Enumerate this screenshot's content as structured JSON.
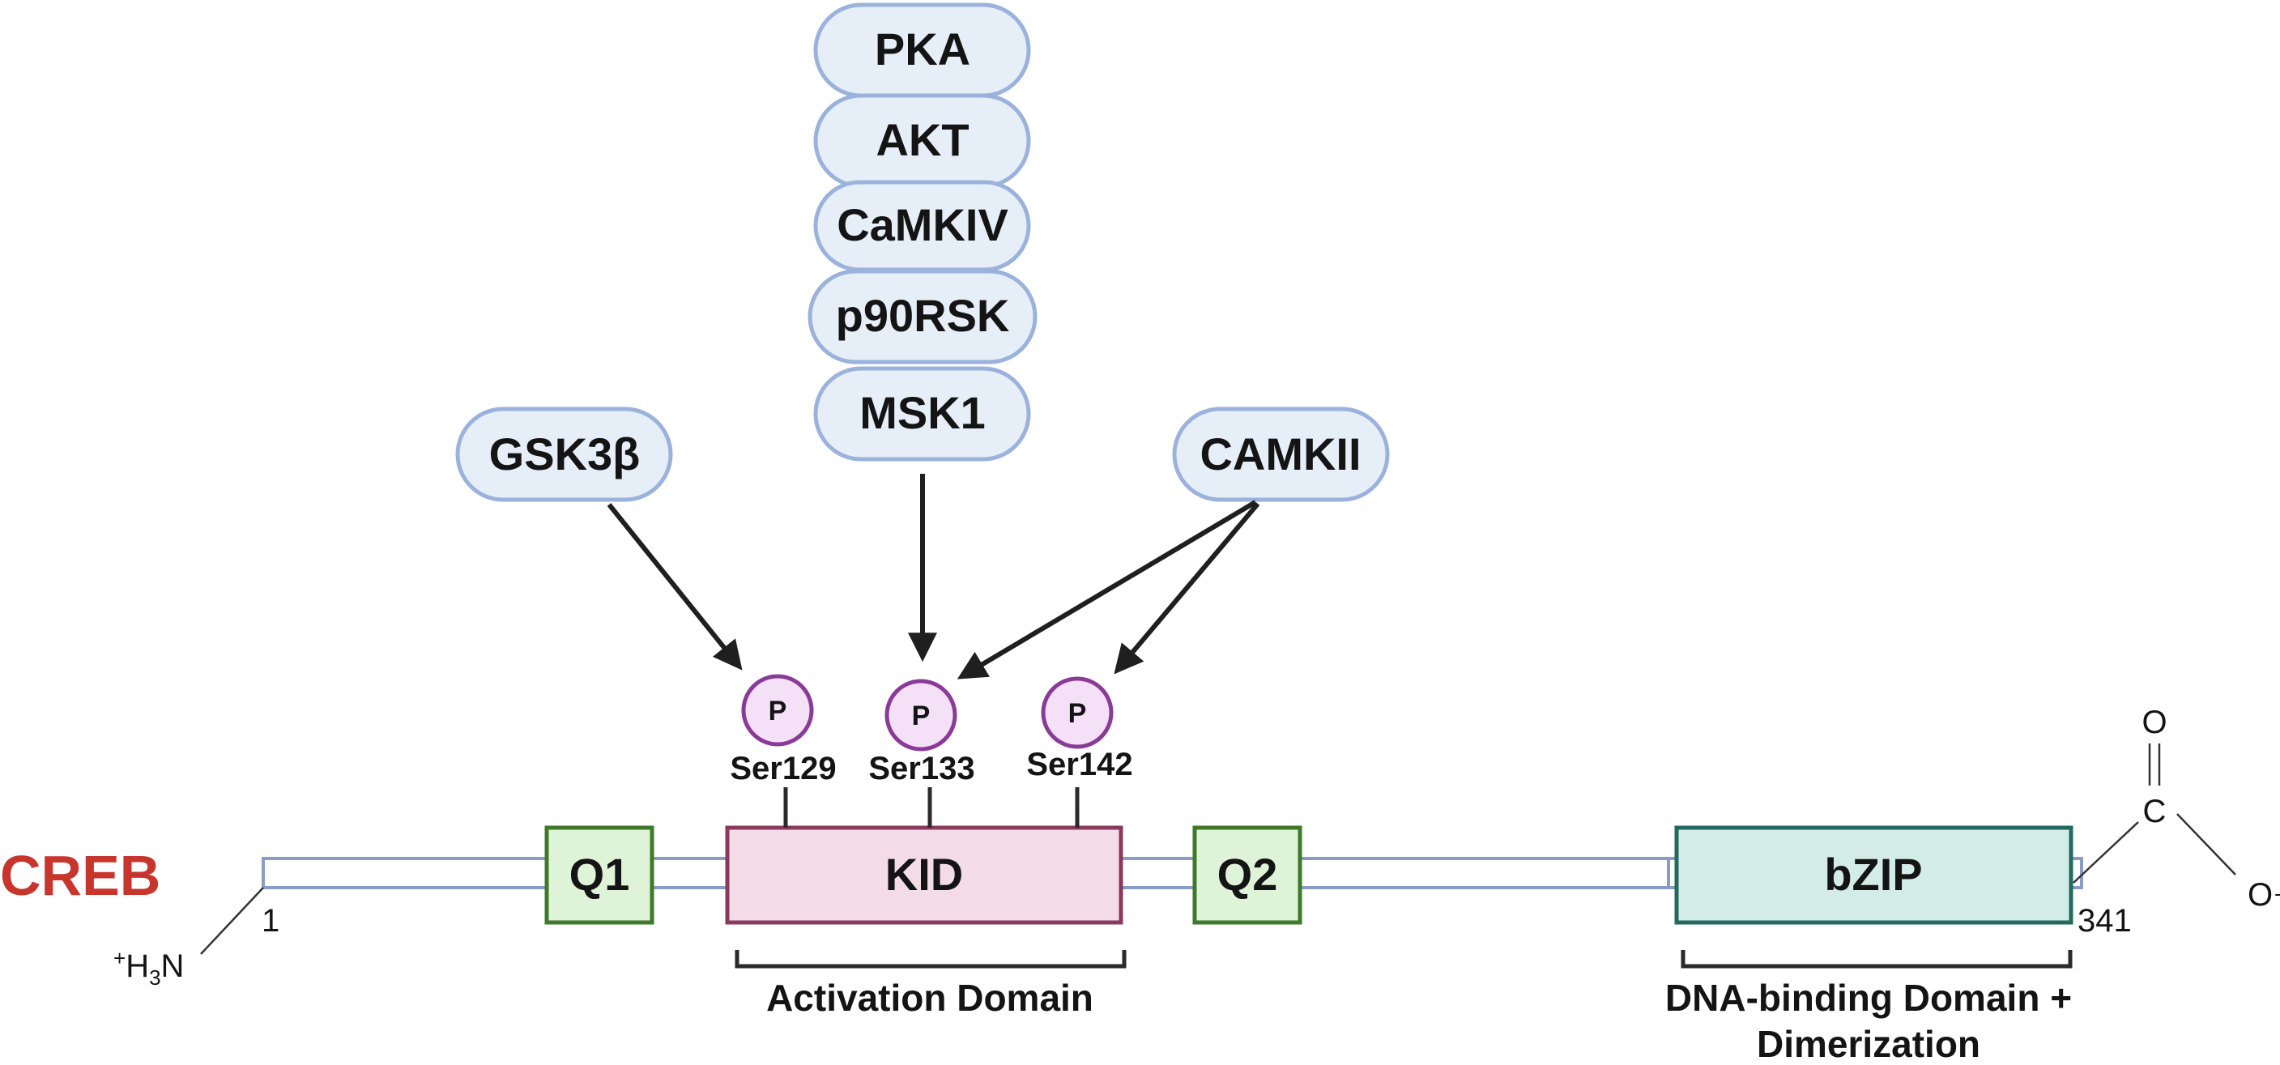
{
  "protein": {
    "name": "CREB",
    "color": "#c8352d",
    "n_terminus": {
      "label_prefix": "+",
      "label_h": "H",
      "label_sub": "3",
      "label_n": "N",
      "residue": "1"
    },
    "c_terminus": {
      "residue": "341",
      "carbon": "C",
      "oxygen_top": "O",
      "oxygen_right": "O",
      "charge": "-"
    }
  },
  "domains": {
    "q1": "Q1",
    "kid": "KID",
    "q2": "Q2",
    "bzip": "bZIP"
  },
  "brackets": {
    "activation": "Activation Domain",
    "dna_line1": "DNA-binding Domain +",
    "dna_line2": "Dimerization"
  },
  "sites": [
    {
      "residue": "Ser129",
      "mark": "P"
    },
    {
      "residue": "Ser133",
      "mark": "P"
    },
    {
      "residue": "Ser142",
      "mark": "P"
    }
  ],
  "kinases": {
    "stack": [
      "PKA",
      "AKT",
      "CaMKIV",
      "p90RSK",
      "MSK1"
    ],
    "left": "GSK3β",
    "right": "CAMKII"
  },
  "colors": {
    "kinase_fill": "#e6eef8",
    "kinase_stroke": "#9ab2dc",
    "q_fill": "#dff3d8",
    "q_stroke": "#3e7a2a",
    "kid_fill": "#f3dce8",
    "kid_stroke": "#8a3a5e",
    "bzip_fill": "#d4ece8",
    "bzip_stroke": "#22695f",
    "phospho_fill": "#f5e1f7",
    "phospho_stroke": "#8a3b98",
    "backbone": "#8a9cc6"
  }
}
